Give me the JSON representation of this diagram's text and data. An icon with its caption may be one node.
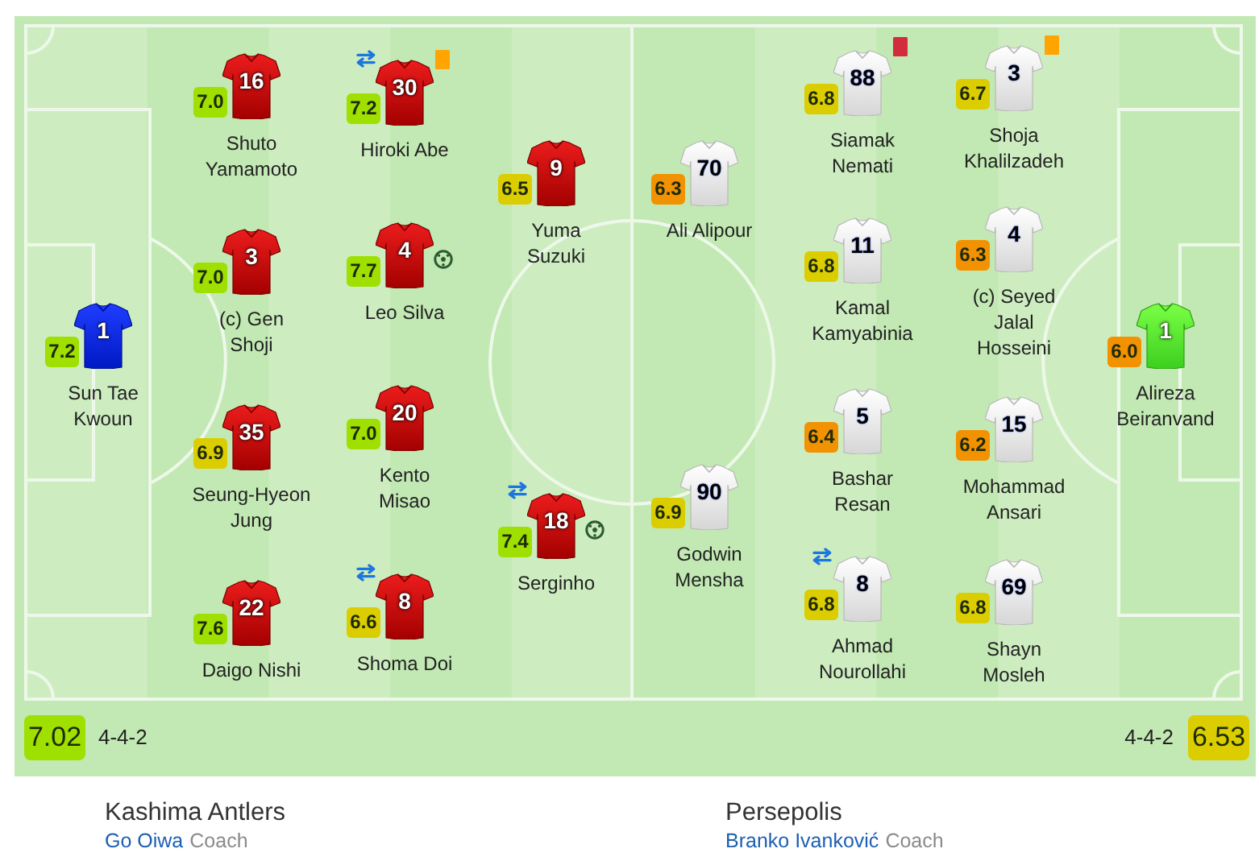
{
  "diagram": {
    "nodes": [
      {
        "text": [
          "1"
        ],
        "beside": [
          "Sun Tae Kwoun"
        ]
      },
      {
        "text": [
          "7.2"
        ]
      },
      {
        "text": [
          "16"
        ],
        "beside": [
          "Shuto Yamamoto"
        ]
      },
      {
        "text": [
          "7.0"
        ]
      },
      {
        "text": [
          "3"
        ],
        "beside": [
          "(c) Gen Shoji"
        ]
      },
      {
        "text": [
          "7.0"
        ]
      },
      {
        "text": [
          "35"
        ],
        "beside": [
          "Seung-Hyeon Jung"
        ]
      },
      {
        "text": [
          "6.9"
        ]
      },
      {
        "text": [
          "22"
        ],
        "beside": [
          "Daigo Nishi"
        ]
      },
      {
        "text": [
          "7.6"
        ]
      },
      {
        "text": [
          "30"
        ],
        "beside": [
          "Hiroki Abe"
        ]
      },
      {
        "text": [
          "7.2"
        ]
      },
      {
        "text": [
          "4"
        ],
        "beside": [
          "Leo Silva"
        ]
      },
      {
        "text": [
          "7.7"
        ]
      },
      {
        "text": [
          "20"
        ],
        "beside": [
          "Kento Misao"
        ]
      },
      {
        "text": [
          "7.0"
        ]
      },
      {
        "text": [
          "8"
        ],
        "beside": [
          "Shoma Doi"
        ]
      },
      {
        "text": [
          "6.6"
        ]
      },
      {
        "text": [
          "9"
        ],
        "beside": [
          "Yuma Suzuki"
        ]
      },
      {
        "text": [
          "6.5"
        ]
      },
      {
        "text": [
          "18"
        ],
        "beside": [
          "Serginho"
        ]
      },
      {
        "text": [
          "7.4"
        ]
      },
      {
        "text": [
          "70"
        ],
        "beside": [
          "Ali Alipour"
        ]
      },
      {
        "text": [
          "6.3"
        ]
      },
      {
        "text": [
          "90"
        ],
        "beside": [
          "Godwin Mensha"
        ]
      },
      {
        "text": [
          "6.9"
        ]
      },
      {
        "text": [
          "88"
        ],
        "beside": [
          "Siamak Nemati"
        ]
      },
      {
        "text": [
          "6.8"
        ]
      },
      {
        "text": [
          "11"
        ],
        "beside": [
          "Kamal Kamyabinia"
        ]
      },
      {
        "text": [
          "6.8"
        ]
      },
      {
        "text": [
          "5"
        ],
        "beside": [
          "Bashar Resan"
        ]
      },
      {
        "text": [
          "6.4"
        ]
      },
      {
        "text": [
          "8"
        ],
        "beside": [
          "Ahmad Nourollahi"
        ]
      },
      {
        "text": [
          "6.8"
        ]
      },
      {
        "text": [
          "3"
        ],
        "beside": [
          "Shoja Khalilzadeh"
        ]
      },
      {
        "text": [
          "6.7"
        ]
      },
      {
        "text": [
          "4"
        ],
        "beside": [
          "(c) Seyed Jalal Hosseini"
        ]
      },
      {
        "text": [
          "6.3"
        ]
      },
      {
        "text": [
          "15"
        ],
        "beside": [
          "Mohammad Ansari"
        ]
      },
      {
        "text": [
          "6.2"
        ]
      },
      {
        "text": [
          "69"
        ],
        "beside": [
          "Shayn Mosleh"
        ]
      },
      {
        "text": [
          "6.8"
        ]
      },
      {
        "text": [
          "1"
        ],
        "beside": [
          "Alireza Beiranvand"
        ]
      },
      {
        "text": [
          "6.0"
        ]
      },
      {
        "text": [
          "7.02"
        ],
        "beside": [
          "4-4-2"
        ]
      },
      {
        "text": [
          "6.53"
        ],
        "beside": [
          "4-4-2"
        ]
      }
    ],
    "labels": [
      "Kashima Antlers",
      "Go Oiwa",
      "Coach",
      "Persepolis",
      "Branko Ivanković",
      "Coach"
    ]
  }
}
